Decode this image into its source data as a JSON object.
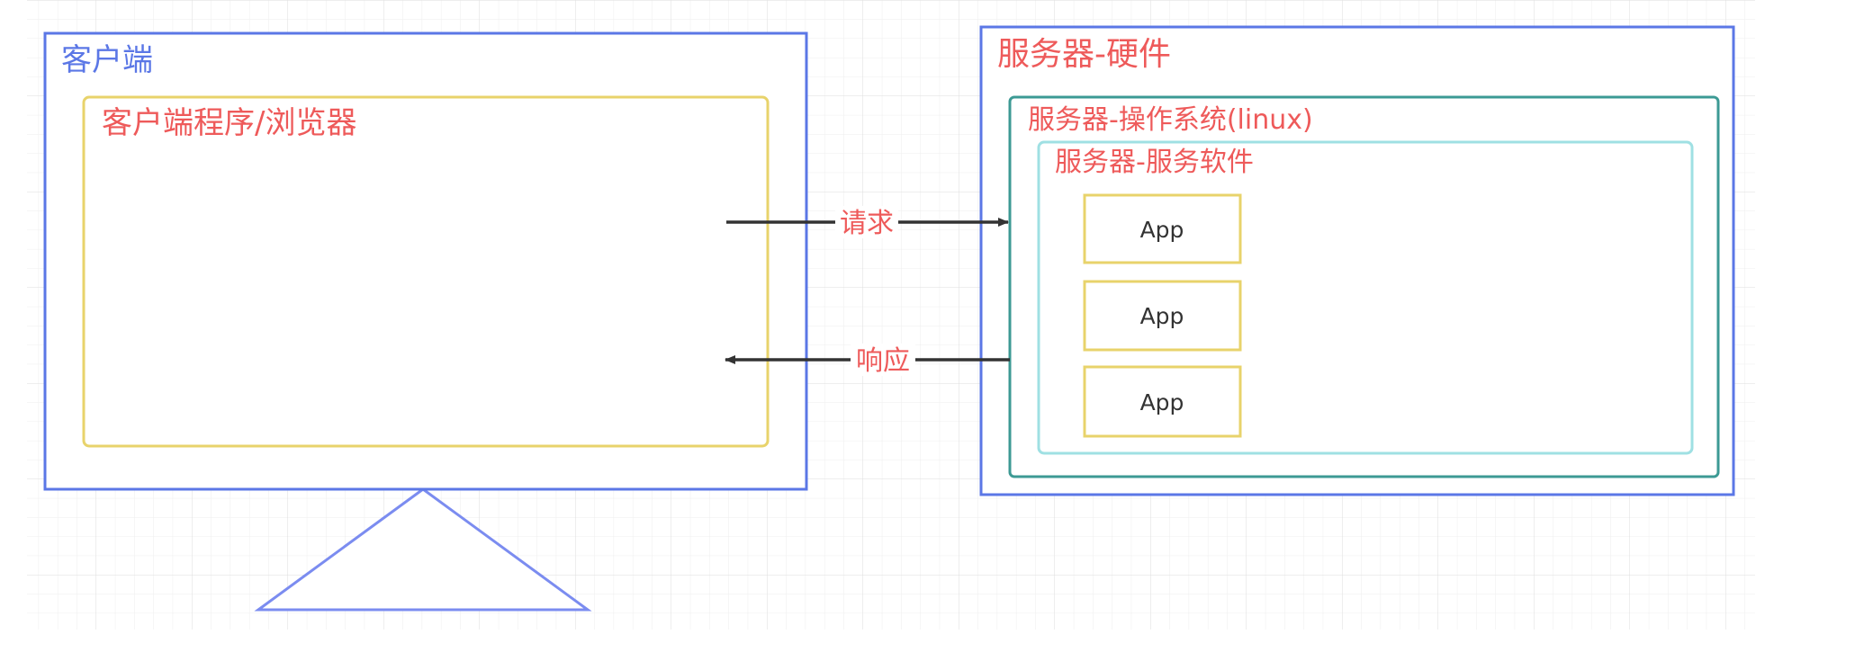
{
  "client": {
    "title": "客户端",
    "program_title": "客户端程序/浏览器"
  },
  "server": {
    "hardware_title": "服务器-硬件",
    "os_title": "服务器-操作系统(linux)",
    "software_title": "服务器-服务软件",
    "apps": [
      "App",
      "App",
      "App"
    ]
  },
  "arrows": {
    "request_label": "请求",
    "response_label": "响应"
  },
  "colors": {
    "client_border": "#5b77e6",
    "program_border": "#e8d36b",
    "hardware_border": "#5b77e6",
    "os_border": "#3c9a94",
    "software_border": "#9fe0e3",
    "app_border": "#e8d36b",
    "label_red": "#ee5a5a",
    "label_blue": "#5b77e6",
    "arrow": "#333333",
    "grid": "#e6e6e6",
    "stand": "#7b8cf0"
  }
}
